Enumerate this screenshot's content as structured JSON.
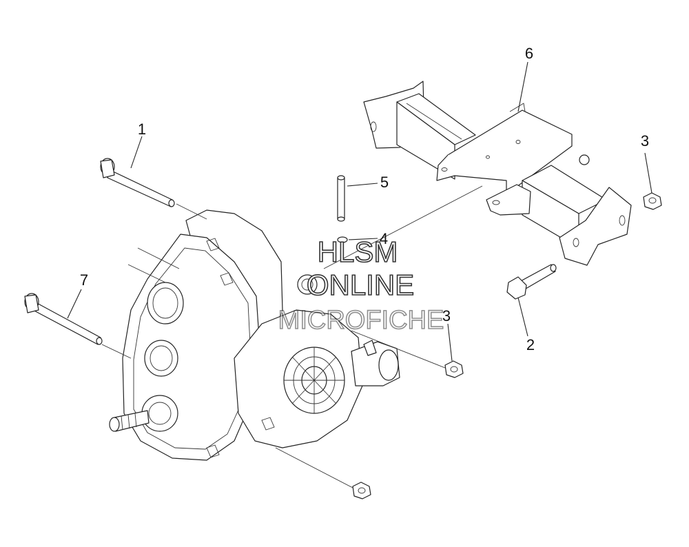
{
  "callouts": [
    {
      "id": "1",
      "text": "1"
    },
    {
      "id": "2",
      "text": "2"
    },
    {
      "id": "3a",
      "text": "3"
    },
    {
      "id": "3b",
      "text": "3"
    },
    {
      "id": "4",
      "text": "4"
    },
    {
      "id": "5",
      "text": "5"
    },
    {
      "id": "6",
      "text": "6"
    },
    {
      "id": "7",
      "text": "7"
    }
  ],
  "watermark": {
    "line1": "HLSM",
    "line2": "ONLINE",
    "line3": "MICROFICHE"
  }
}
